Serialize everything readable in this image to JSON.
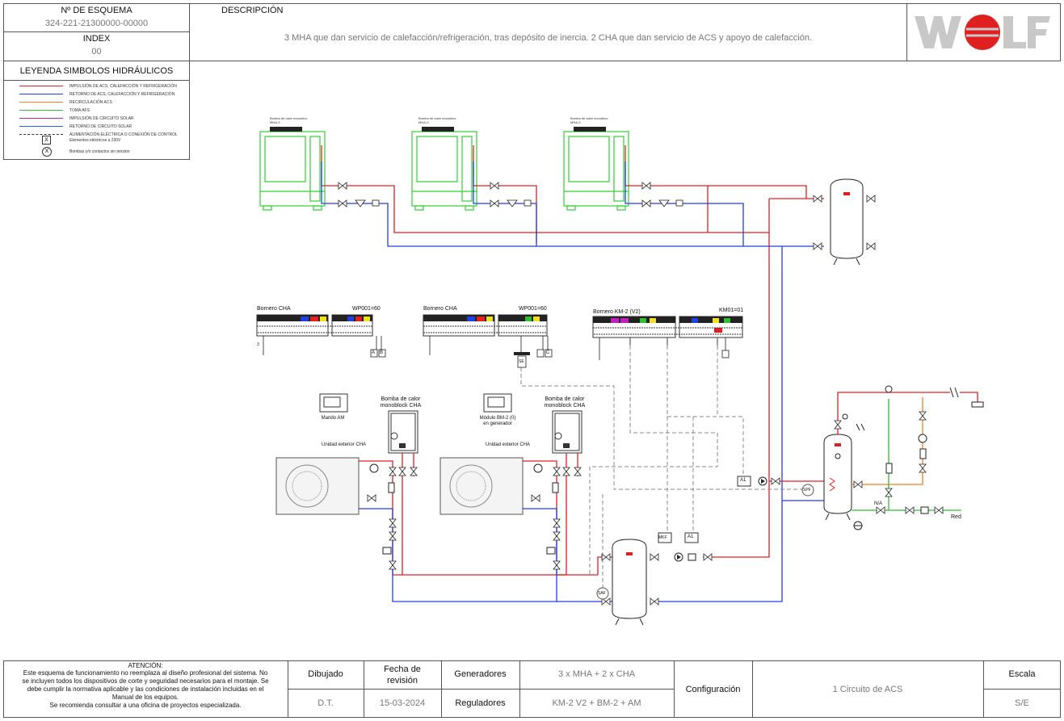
{
  "header": {
    "schema_label": "Nº DE ESQUEMA",
    "schema_number": "324-221-21300000-00000",
    "index_label": "INDEX",
    "index_value": "00",
    "description_label": "DESCRIPCIÓN",
    "description_text": "3 MHA que dan servicio de calefacción/refrigeración, tras depósito de inercia. 2 CHA que dan servicio de ACS y apoyo de calefacción.",
    "brand": "WOLF"
  },
  "legend": {
    "title": "LEYENDA SIMBOLOS HIDRÁULICOS",
    "items": [
      {
        "label": "IMPULSIÓN DE ACS, CALEFACCIÓN Y REFRIGERACIÓN",
        "color": "#e02020"
      },
      {
        "label": "RETORNO DE ACS, CALEFACCIÓN Y REFRIGERACIÓN",
        "color": "#2040e0"
      },
      {
        "label": "RECIRCULACIÓN ACS",
        "color": "#f08020"
      },
      {
        "label": "TOMA AFS",
        "color": "#30c030"
      },
      {
        "label": "IMPULSIÓN DE CIRCUITO SOLAR",
        "color": "#c020c0"
      },
      {
        "label": "RETORNO DE CIRCUITO SOLAR",
        "color": "#3060d0"
      },
      {
        "label": "ALIMENTACIÓN ELÉCTRICA O CONEXIÓN DE CONTROL",
        "color": "#333333"
      }
    ],
    "symbol_x": "Elementos eléctricos a 230V",
    "symbol_circle": "Bombas y/o contactos sin tensión"
  },
  "diagram": {
    "mha_labels": [
      "Bomba de calor monobloc MHA-3",
      "Bomba de calor monobloc MHA-3",
      "Bomba de calor monobloc MHA-3"
    ],
    "bornero_cha_1": "Bornero CHA",
    "wp_1": "WP001=60",
    "bornero_cha_2": "Bornero CHA",
    "wp_2": "WP001=60",
    "bornero_km2": "Bornero KM-2 (V2)",
    "km01": "KM01=01",
    "mando_am": "Mando AM",
    "modulo_bm2": "Módulo BM-2 (0)",
    "modulo_bm2_b": "en generador",
    "cha_1_a": "Bomba de calor",
    "cha_1_b": "monoblock CHA",
    "cha_2_a": "Bomba de calor",
    "cha_2_b": "monoblock CHA",
    "unit_ext_1": "Unidad exterior CHA",
    "unit_ext_2": "Unidad exterior CHA",
    "label_a": "A",
    "label_b": "B",
    "label_c": "C",
    "label_se": "SE",
    "label_a1_top": "A1",
    "label_a1_bottom": "A1",
    "label_mkf": "MKF",
    "label_spf": "SPF",
    "label_saf": "SAF",
    "label_na": "N/A",
    "label_red": "Red",
    "label_3": "3"
  },
  "footer": {
    "attention_title": "ATENCIÓN:",
    "attention_lines": [
      "Este esquema de funcionamiento no reemplaza al diseño profesional del sistema. No",
      "se incluyen todos los dispositivos de corte y seguridad necesarios para el montaje. Se",
      "debe cumplir la normativa aplicable y las condiciones de instalación incluidas en el",
      "Manual de los equipos.",
      "Se recomienda consultar a una oficina de proyectos especializada."
    ],
    "dibujado_label": "Dibujado",
    "dibujado_value": "D.T.",
    "fecha_label_1": "Fecha de",
    "fecha_label_2": "revisión",
    "fecha_value": "15-03-2024",
    "generadores_label": "Generadores",
    "generadores_value": "3 x MHA + 2 x CHA",
    "reguladores_label": "Reguladores",
    "reguladores_value": "KM-2 V2 + BM-2 + AM",
    "configuracion_label": "Configuración",
    "configuracion_value": "1 Circuito de ACS",
    "escala_label": "Escala",
    "escala_value": "S/E"
  }
}
